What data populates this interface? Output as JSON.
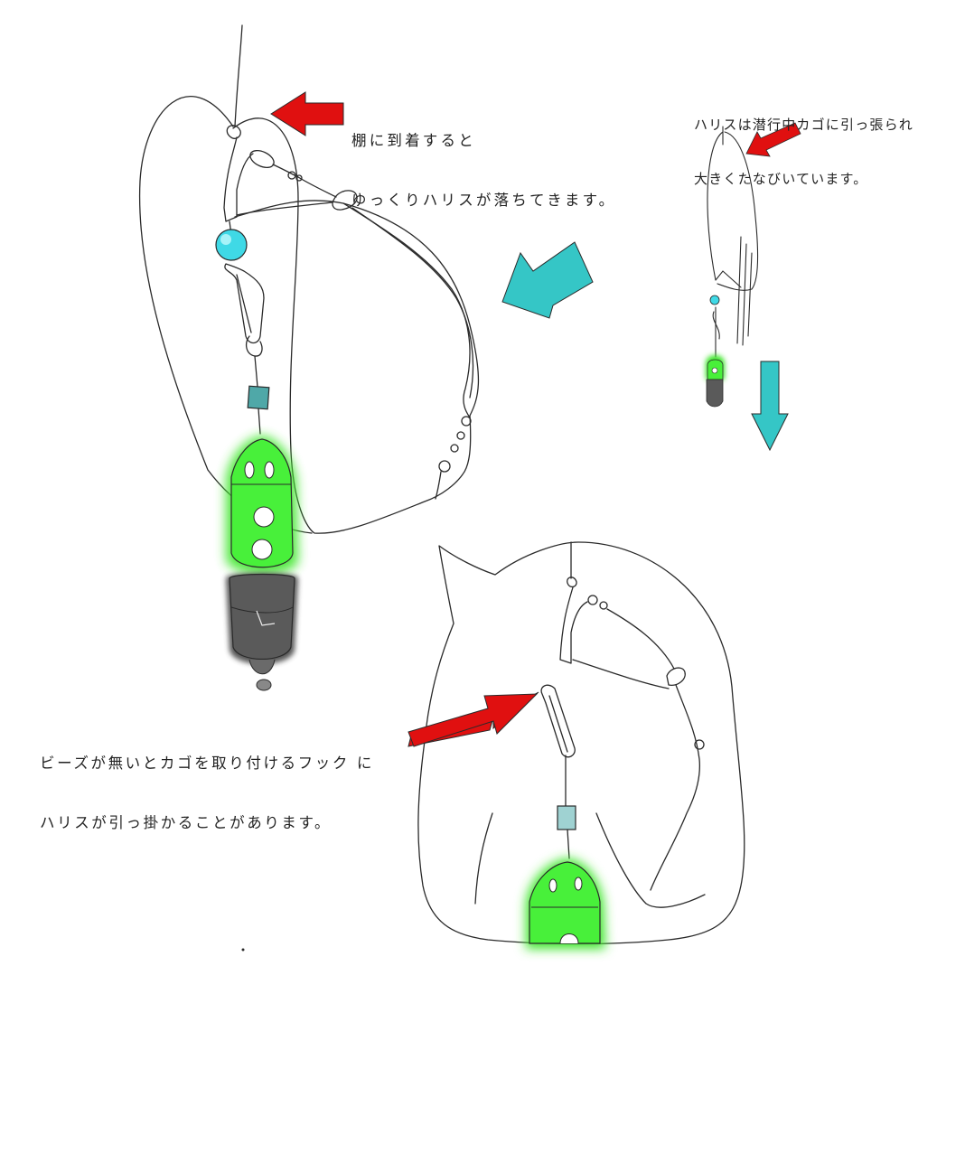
{
  "annotations": {
    "top_left": {
      "line1": "棚に到着すると",
      "line2": "ゆっくりハリスが落ちてきます。"
    },
    "top_right": {
      "line1": "ハリスは潜行中カゴに引っ張られ",
      "line2": "大きくたなびいています。"
    },
    "bottom_left": {
      "line1": "ビーズが無いとカゴを取り付けるフック に",
      "line2": "ハリスが引っ掛かることがあります。"
    }
  },
  "colors": {
    "line": "#2a2a2a",
    "red_arrow": "#e01010",
    "teal_arrow": "#35c6c6",
    "basket_green": "#3ee62b",
    "sinker_gray": "#555555",
    "bead_cyan": "#3fd9e6",
    "bead_square": "#4fa8a8"
  }
}
